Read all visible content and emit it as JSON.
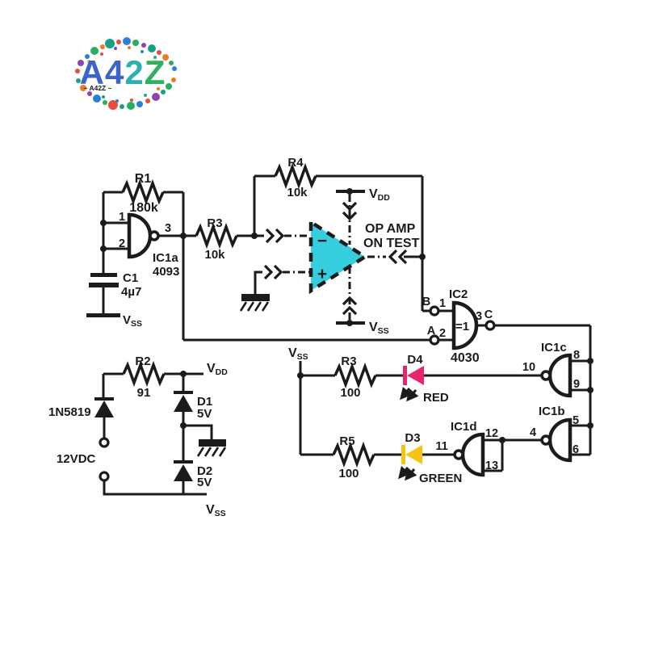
{
  "colors": {
    "line": "#1b1b1b",
    "opamp_fill": "#35cede",
    "d4": "#e8246d",
    "d3": "#f3c413",
    "logo_blue": "#3b63cb",
    "logo_teal": "#2ab3ae",
    "logo_green": "#2eb25e"
  },
  "logo": {
    "letters": [
      {
        "ch": "A",
        "color": "#3b63cb"
      },
      {
        "ch": "4",
        "color": "#3b63cb"
      },
      {
        "ch": "2",
        "color": "#2ab3ae"
      },
      {
        "ch": "Z",
        "color": "#2eb25e"
      }
    ],
    "subtext": "~ A42Z ~"
  },
  "oscillator": {
    "r1_ref": "R1",
    "r1_val": "180k",
    "pin1": "1",
    "pin2": "2",
    "pin3": "3",
    "ic_ref": "IC1a",
    "ic_part": "4093",
    "c1_ref": "C1",
    "c1_val": "4µ7",
    "vss_v": "V",
    "vss_sub": "SS",
    "r3_ref": "R3",
    "r3_val": "10k"
  },
  "opamp": {
    "r4_ref": "R4",
    "r4_val": "10k",
    "minus": "−",
    "plus": "+",
    "caption1": "OP AMP",
    "caption2": "ON TEST",
    "vdd_v": "V",
    "vdd_sub": "DD",
    "vss_v": "V",
    "vss_sub": "SS"
  },
  "ic2": {
    "ref": "IC2",
    "part": "4030",
    "func": "=1",
    "in_b": "B",
    "in_b_pin": "1",
    "in_a": "A",
    "in_a_pin": "2",
    "out_pin": "3",
    "out": "C"
  },
  "power": {
    "r2_ref": "R2",
    "r2_val": "91",
    "rect_diode": "1N5819",
    "source": "12VDC",
    "vdd_v": "V",
    "vdd_sub": "DD",
    "d1_ref": "D1",
    "d1_val": "5V",
    "d2_ref": "D2",
    "d2_val": "5V",
    "vss_v": "V",
    "vss_sub": "SS"
  },
  "indicators": {
    "vss_v": "V",
    "vss_sub": "SS",
    "r3_ref": "R3",
    "r3_val": "100",
    "d4_ref": "D4",
    "d4_label": "RED",
    "r5_ref": "R5",
    "r5_val": "100",
    "d3_ref": "D3",
    "d3_label": "GREEN"
  },
  "gates": {
    "ic1c_ref": "IC1c",
    "ic1c_out": "10",
    "ic1c_in1": "8",
    "ic1c_in2": "9",
    "ic1b_ref": "IC1b",
    "ic1b_out": "4",
    "ic1b_in1": "5",
    "ic1b_in2": "6",
    "ic1d_ref": "IC1d",
    "ic1d_out": "11",
    "ic1d_in1": "12",
    "ic1d_in2": "13"
  }
}
